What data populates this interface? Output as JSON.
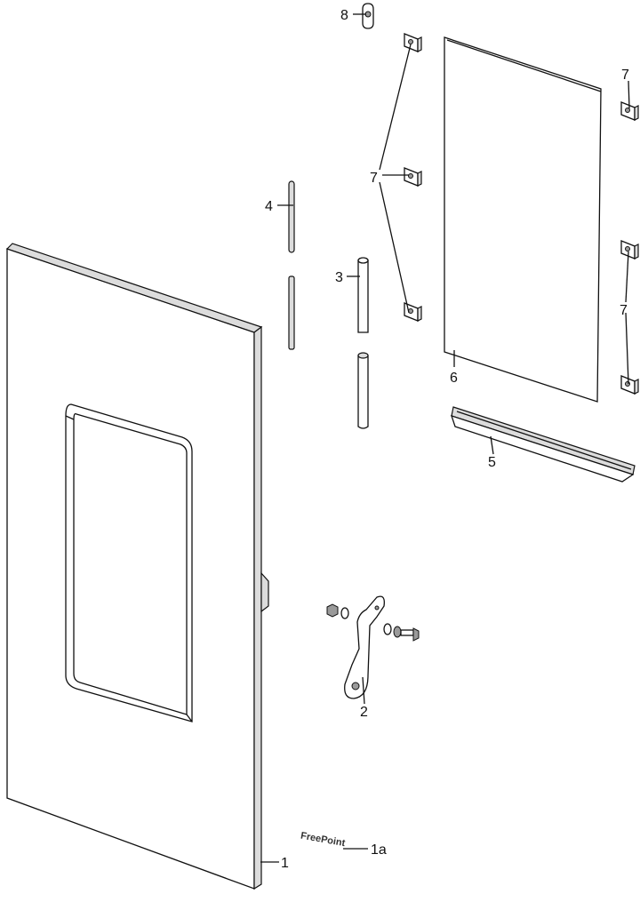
{
  "callouts": {
    "door": "1",
    "logo": "1a",
    "hinge_bracket": "2",
    "handle_upper": "3",
    "rod": "4",
    "rail": "5",
    "glass_panel": "6",
    "clips_center": "7",
    "clip_right_top": "7",
    "clips_right_lower": "7",
    "screw_clip": "8"
  },
  "logo_text": "FreePoint",
  "colors": {
    "line": "#111111",
    "background": "#ffffff",
    "part_fill": "#ffffff",
    "shade": "#dcdcdc"
  }
}
